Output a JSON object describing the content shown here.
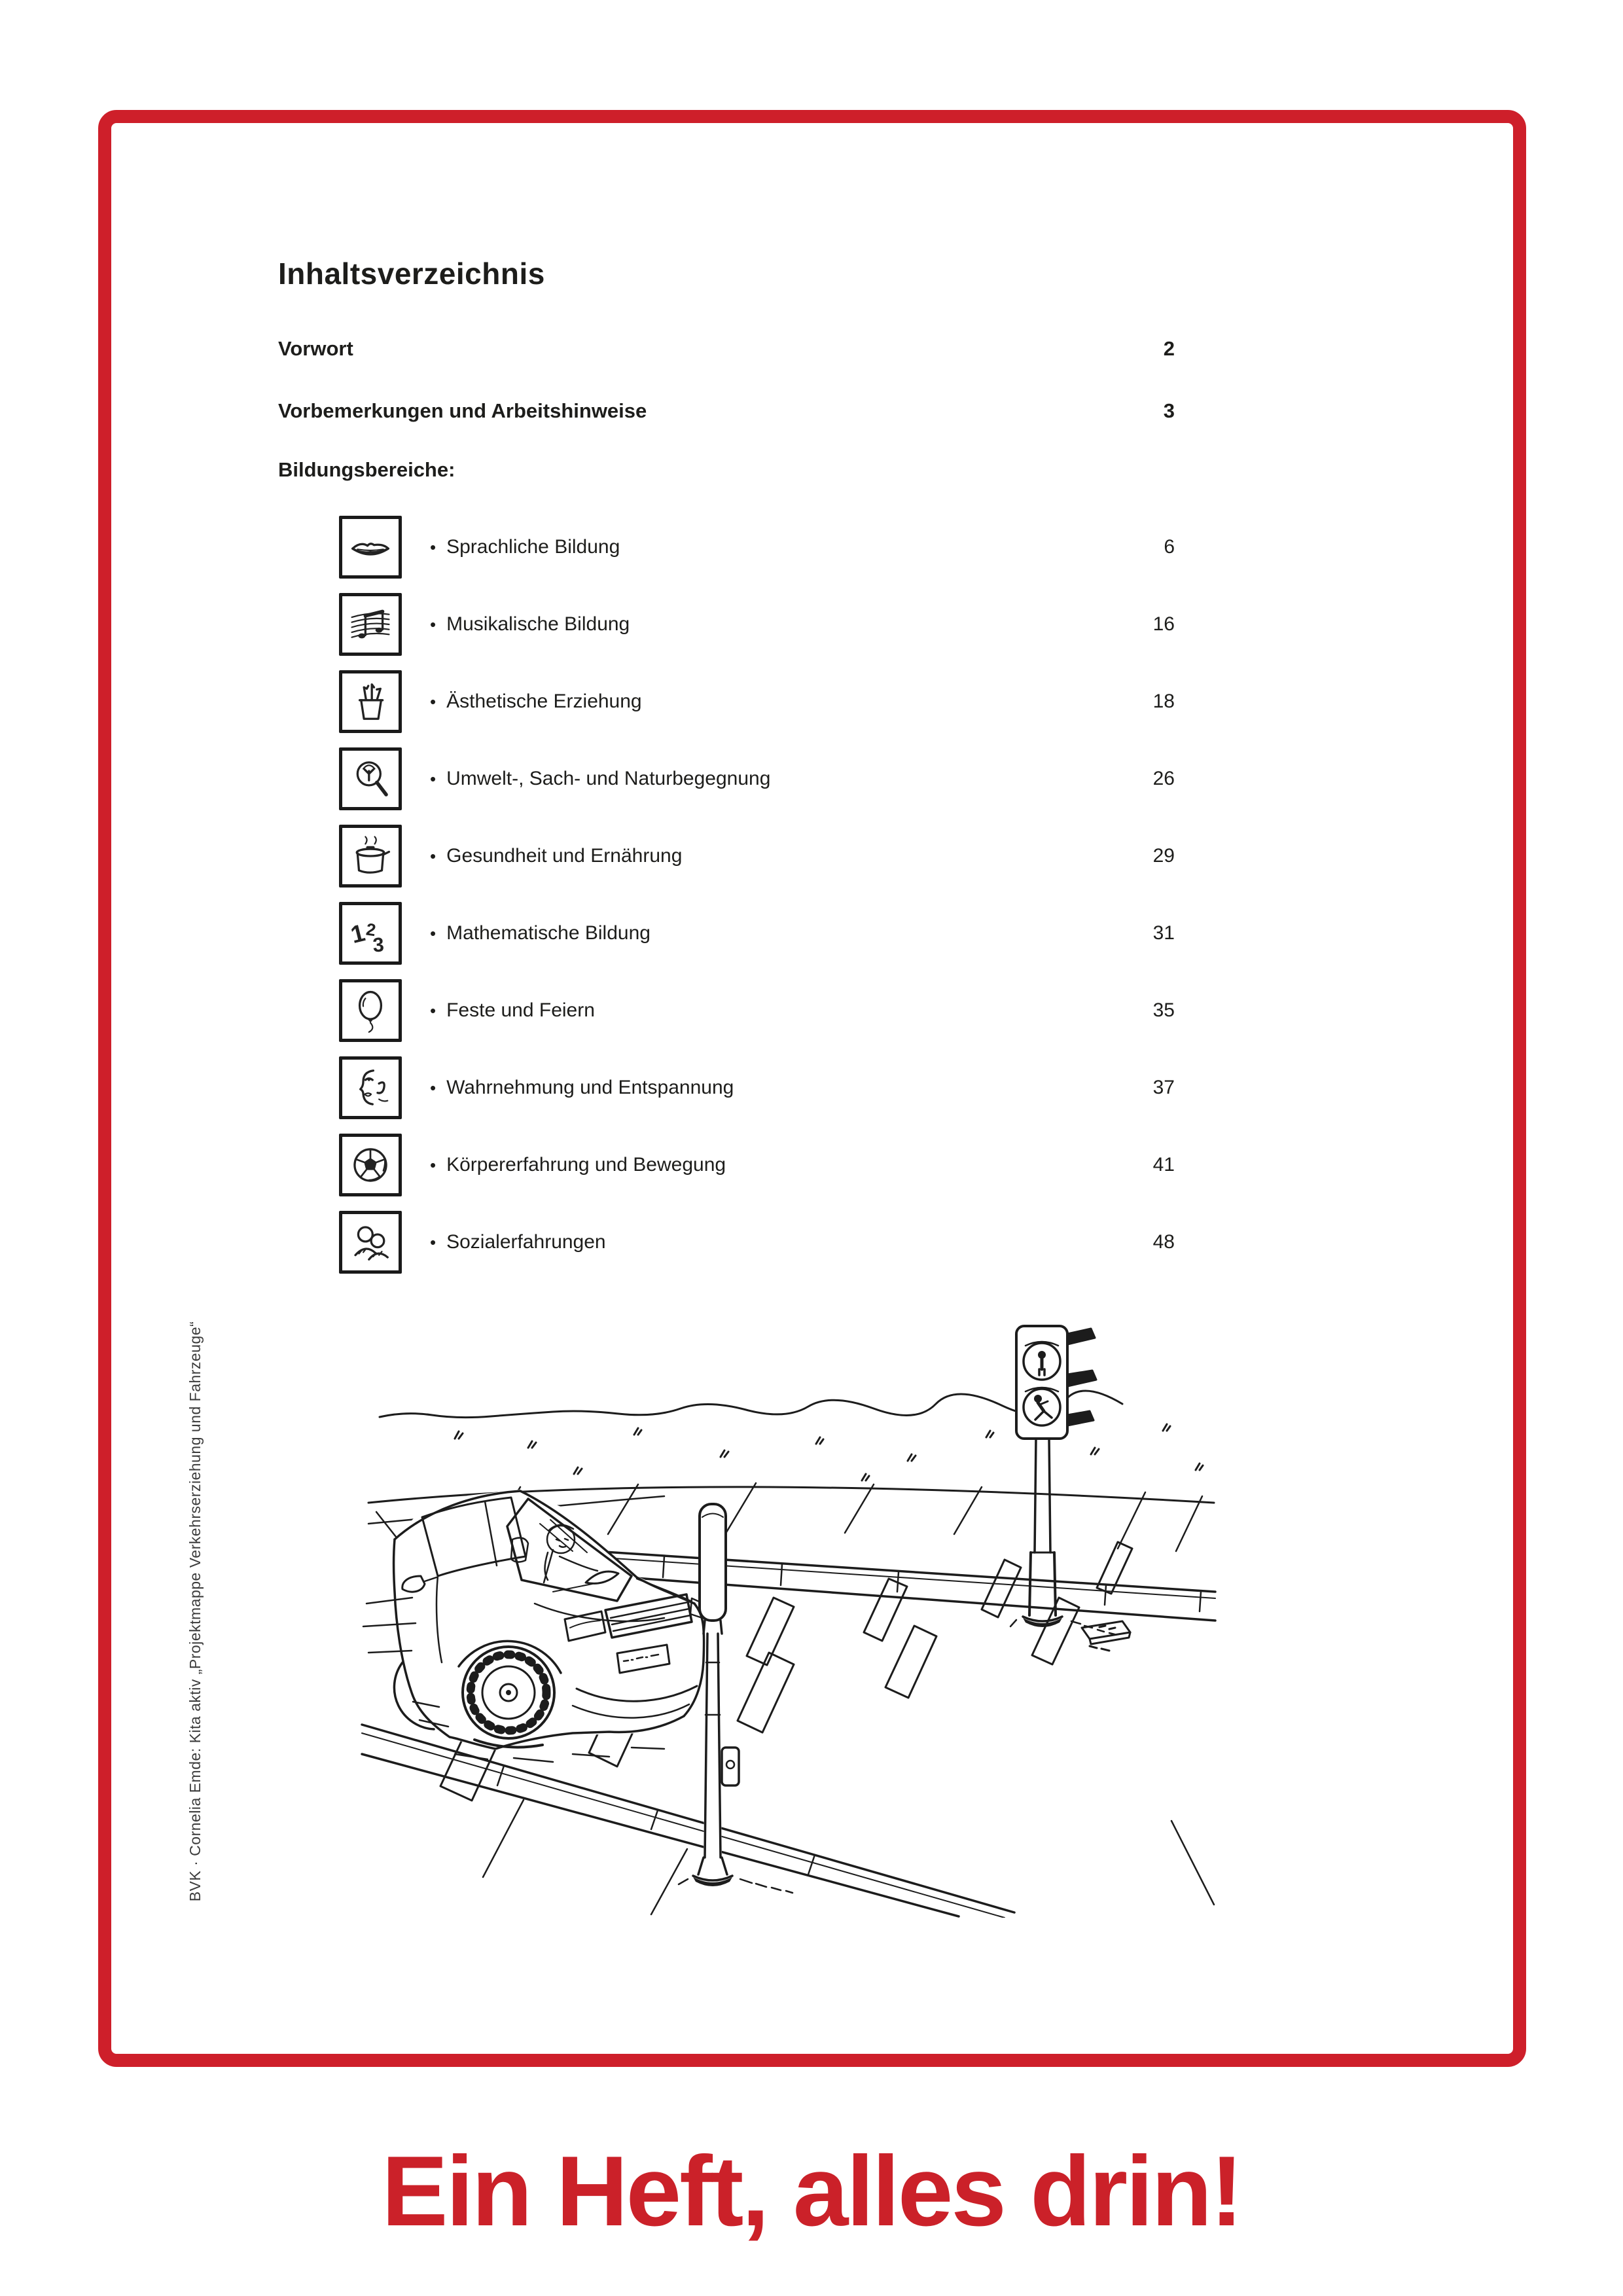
{
  "page": {
    "title": "Inhaltsverzeichnis",
    "frame_color": "#ce1f2a",
    "headline": {
      "text": "Ein Heft, alles drin!",
      "color": "#cb2129"
    },
    "credit": "BVK · Cornelia Emde: Kita aktiv „Projektmappe Verkehrserziehung und Fahrzeuge“"
  },
  "toc": {
    "front_items": [
      {
        "label": "Vorwort",
        "page": "2"
      },
      {
        "label": "Vorbemerkungen und Arbeitshinweise",
        "page": "3"
      }
    ],
    "section_label": "Bildungsbereiche:",
    "items": [
      {
        "icon": "lips-icon",
        "label": "Sprachliche Bildung",
        "page": "6"
      },
      {
        "icon": "music-notes-icon",
        "label": "Musikalische Bildung",
        "page": "16"
      },
      {
        "icon": "pencil-cup-icon",
        "label": "Ästhetische Erziehung",
        "page": "18"
      },
      {
        "icon": "magnifier-tree-icon",
        "label": "Umwelt-, Sach- und Naturbegegnung",
        "page": "26"
      },
      {
        "icon": "cooking-pot-icon",
        "label": "Gesundheit und Ernährung",
        "page": "29"
      },
      {
        "icon": "numbers-123-icon",
        "label": "Mathematische Bildung",
        "page": "31"
      },
      {
        "icon": "balloon-icon",
        "label": "Feste und Feiern",
        "page": "35"
      },
      {
        "icon": "senses-face-icon",
        "label": "Wahrnehmung und Entspannung",
        "page": "37"
      },
      {
        "icon": "football-icon",
        "label": "Körpererfahrung und Bewegung",
        "page": "41"
      },
      {
        "icon": "people-icon",
        "label": "Sozialerfahrungen",
        "page": "48"
      }
    ]
  },
  "illustration": {
    "name": "traffic-education-scene"
  }
}
